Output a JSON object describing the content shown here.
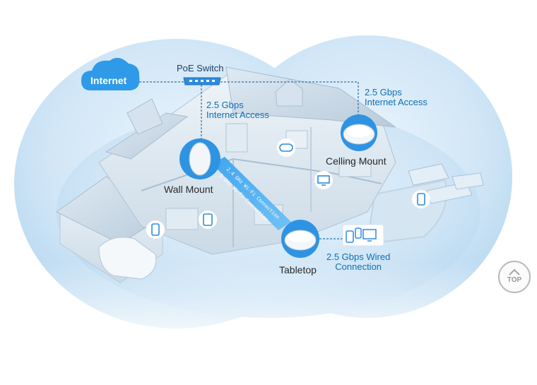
{
  "internet": {
    "label": "Internet"
  },
  "switch": {
    "label": "PoE Switch"
  },
  "links": {
    "wall_uplink": [
      "2.5 Gbps",
      "Internet Access"
    ],
    "ceiling_uplink": [
      "2.5 Gbps",
      "Internet Access"
    ],
    "wired": [
      "2.5 Gbps Wired",
      "Connection"
    ],
    "wifi_24": "2.4 GHz Wi-Fi Connection",
    "wifi_5": "5 GHz Wi-Fi Connection"
  },
  "devices": {
    "wall": "Wall Mount",
    "ceiling": "Celling Mount",
    "tabletop": "Tabletop"
  },
  "nav": {
    "top": "TOP"
  },
  "colors": {
    "accent": "#1f8ad6",
    "sky": "#cfe5f6",
    "label_blue": "#0f6fb4",
    "wifi_band": "#3f9fe6"
  }
}
